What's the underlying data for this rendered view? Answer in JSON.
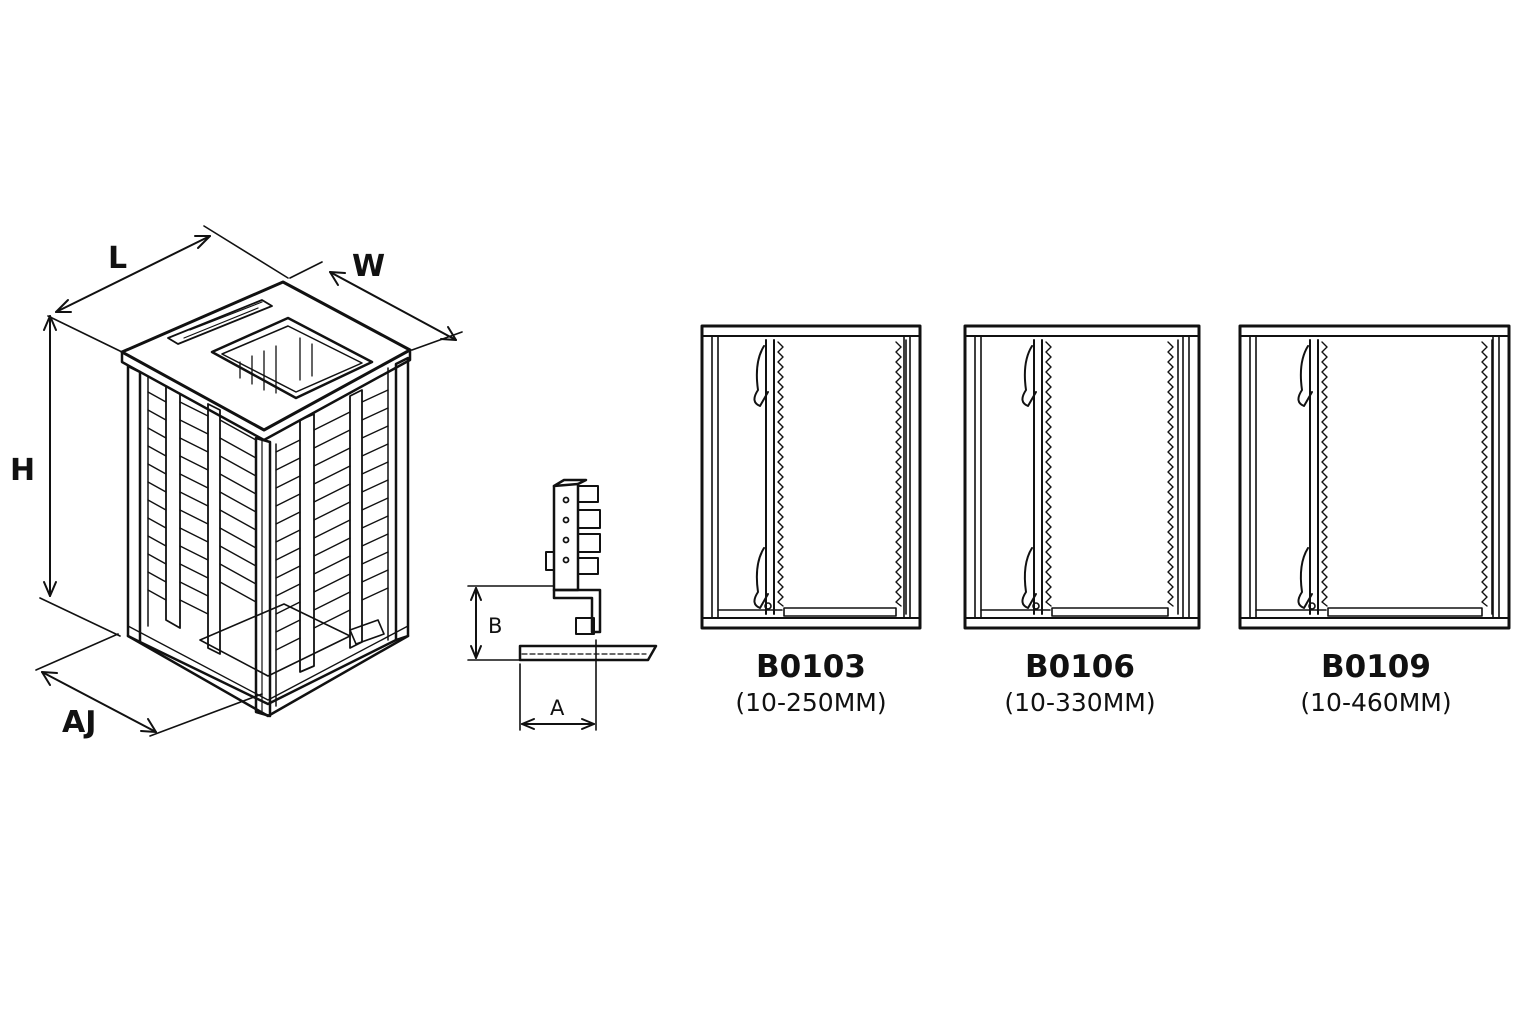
{
  "rack_dimensions": {
    "length_label": "L",
    "width_label": "W",
    "height_label": "H",
    "adjust_label": "AJ"
  },
  "slot_detail": {
    "a_label": "A",
    "b_label": "B"
  },
  "models": [
    {
      "code": "B0103",
      "range": "(10-250MM)"
    },
    {
      "code": "B0106",
      "range": "(10-330MM)"
    },
    {
      "code": "B0109",
      "range": "(10-460MM)"
    }
  ],
  "colors": {
    "line": "#111111",
    "background": "#ffffff"
  }
}
